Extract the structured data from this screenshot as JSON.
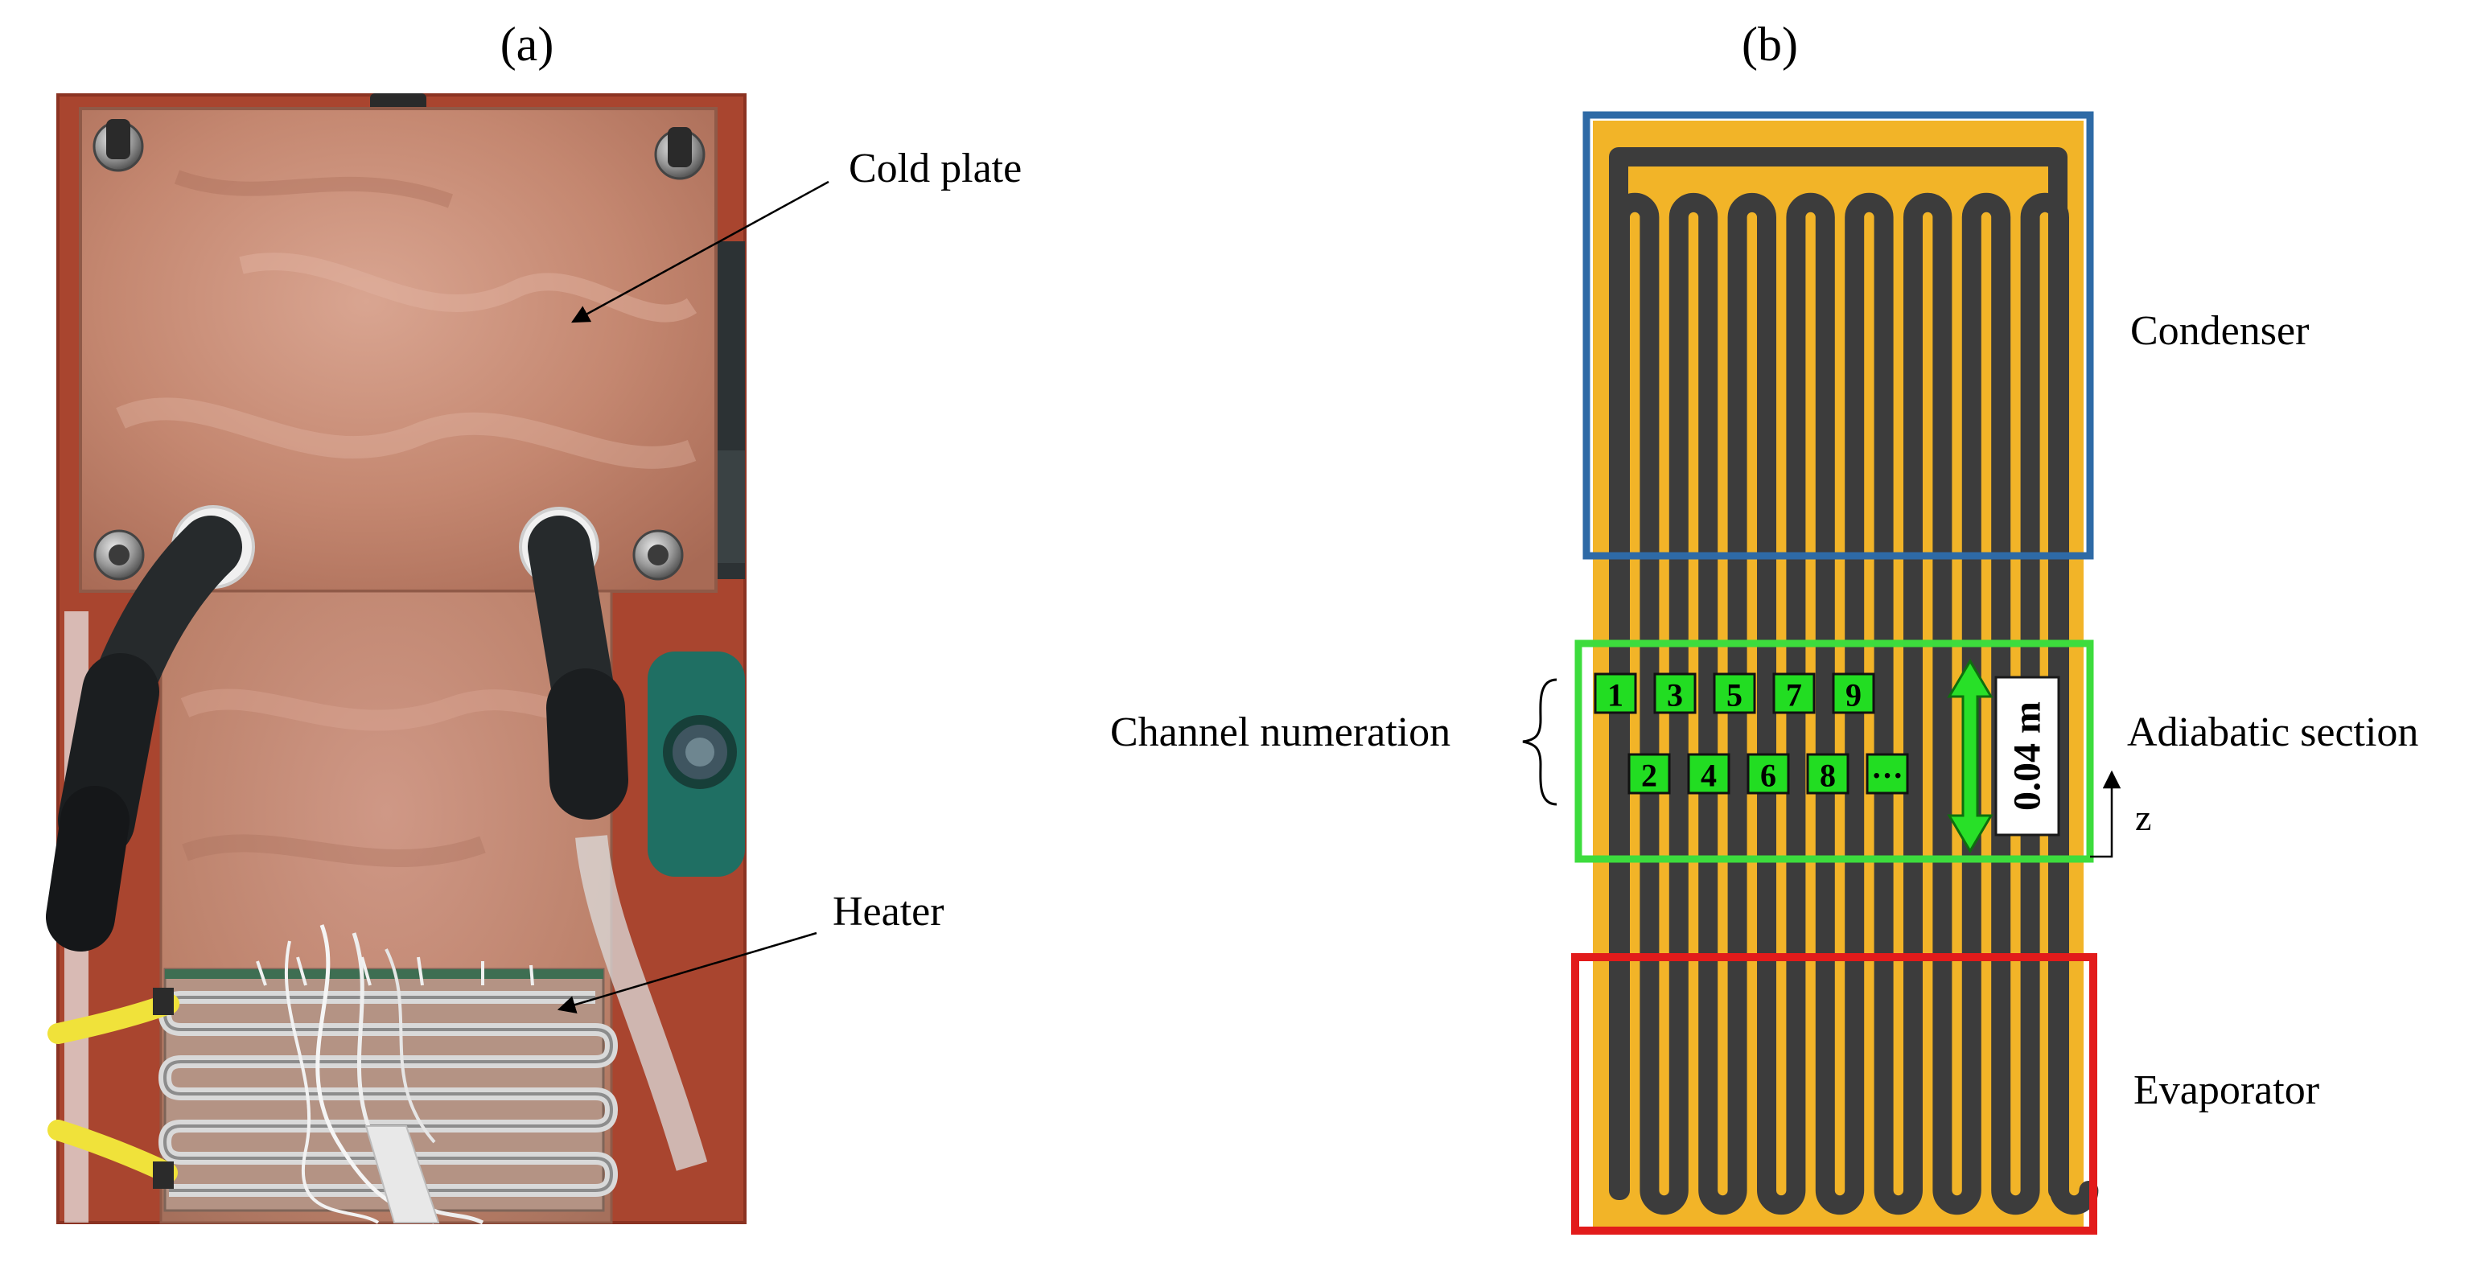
{
  "panels": {
    "a": {
      "label": "(a)",
      "annotations": {
        "cold_plate": "Cold plate",
        "heater": "Heater"
      }
    },
    "b": {
      "label": "(b)",
      "sections": {
        "condenser": "Condenser",
        "adiabatic": "Adiabatic section",
        "evaporator": "Evaporator"
      },
      "channel_label": "Channel numeration",
      "channel_numbers_top": [
        "1",
        "3",
        "5",
        "7",
        "9"
      ],
      "channel_numbers_bottom": [
        "2",
        "4",
        "6",
        "8",
        "···"
      ],
      "length_label": "0.04 m",
      "axis_label": "z"
    }
  },
  "colors": {
    "condenser_box": "#2e6aa6",
    "adiabatic_box": "#3ddc3d",
    "evaporator_box": "#e21b1b",
    "plate": "#f2b428",
    "channel": "#3c3c3c",
    "marker": "#22dd22",
    "copper": "#c98a72",
    "background_red": "#a9452f"
  },
  "icons": [
    "bolt-icon",
    "hose-fitting-icon",
    "up-arrow-icon",
    "double-arrow-icon",
    "curly-brace-icon"
  ]
}
